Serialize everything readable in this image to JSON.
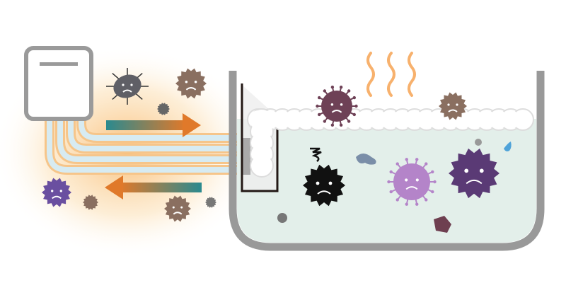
{
  "colors": {
    "tub": "#999999",
    "water": "#e3efea",
    "foam": "#ffffff",
    "foam_edge": "#dddddd",
    "glow": "#f7a84a",
    "arrow_teal": "#2a8a8f",
    "arrow_orange": "#e0792a",
    "pipe": "#cfe6f0",
    "steam": "#f6a454"
  },
  "germs": [
    {
      "kind": "mite",
      "color": "#5f5f66"
    },
    {
      "kind": "spiky",
      "color": "#8a6f60"
    },
    {
      "kind": "spiky",
      "color": "#666666"
    },
    {
      "kind": "spiky",
      "color": "#6a4fa0"
    },
    {
      "kind": "spiky",
      "color": "#8a6f60"
    },
    {
      "kind": "spiky",
      "color": "#8a6f60"
    },
    {
      "kind": "spiky",
      "color": "#777777"
    },
    {
      "kind": "virus",
      "color": "#6e4156"
    },
    {
      "kind": "spiky",
      "color": "#8a6f60"
    },
    {
      "kind": "spiky",
      "color": "#111111"
    },
    {
      "kind": "virus",
      "color": "#b484c9"
    },
    {
      "kind": "spiky",
      "color": "#5a3a75"
    }
  ]
}
